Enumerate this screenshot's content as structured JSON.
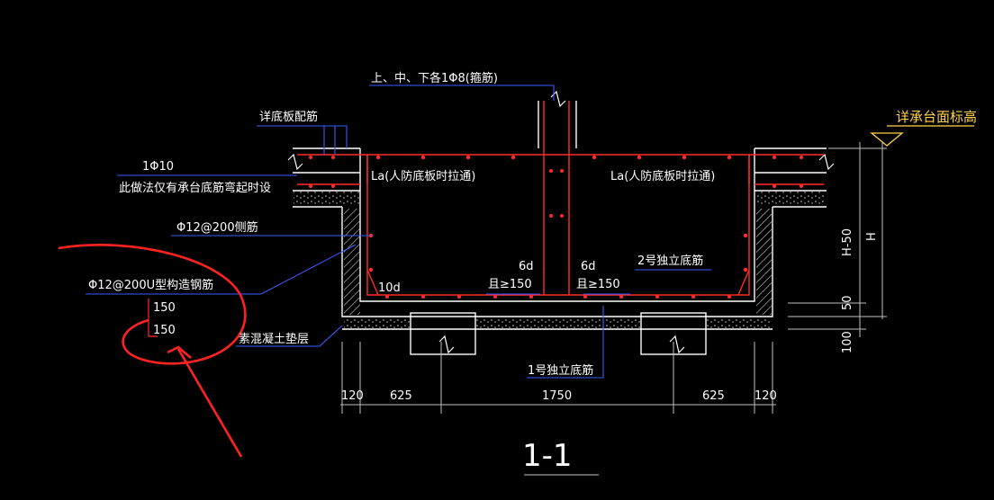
{
  "title": "1-1",
  "labels": {
    "stirrups": "上、中、下各1Φ8(箍筋)",
    "base_slab_rebar": "详底板配筋",
    "bar_1phi10": "1Φ10",
    "bar_1phi10_note": "此做法仅有承台底筋弯起时设",
    "la_left": "La(人防底板时拉通)",
    "la_right": "La(人防底板时拉通)",
    "side_bar": "Φ12@200侧筋",
    "u_bar": "Φ12@200U型构造钢筋",
    "u_dim_1": "150",
    "u_dim_2": "150",
    "cushion": "素混凝土垫层",
    "bar_10d": "10d",
    "bar_6d_left": "6d",
    "bar_6d_right": "6d",
    "ge150_left": "且≥150",
    "ge150_right": "且≥150",
    "bottom_bar_2": "2号独立底筋",
    "bottom_bar_1": "1号独立底筋",
    "cap_elevation": "详承台面标高",
    "dim_h50": "H-50",
    "dim_h": "H",
    "dim_50": "50",
    "dim_100": "100"
  },
  "dims": [
    "120",
    "625",
    "1750",
    "625",
    "120"
  ],
  "colors": {
    "background": "#000000",
    "outline": "#ffffff",
    "rebar": "#ff2a2a",
    "leader": "#3a5bff",
    "dimension": "#c0c0c0",
    "elevation": "#ffd24a",
    "annotation": "#ff2222"
  }
}
